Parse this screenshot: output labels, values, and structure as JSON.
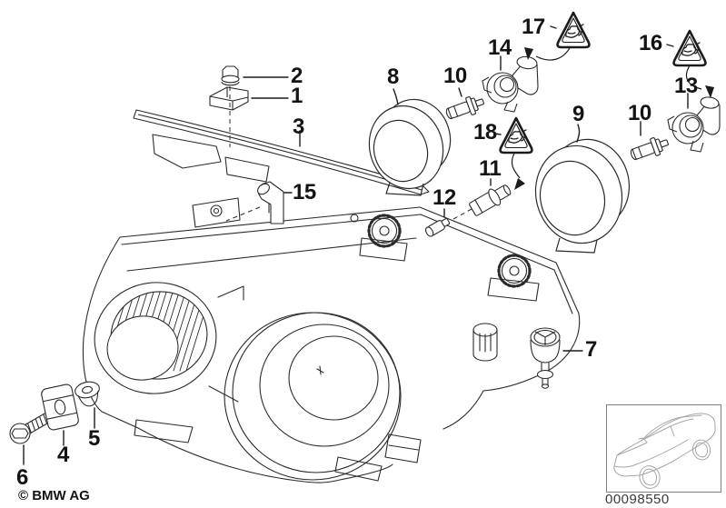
{
  "callouts": {
    "c1": "1",
    "c2": "2",
    "c3": "3",
    "c4": "4",
    "c5": "5",
    "c6": "6",
    "c7": "7",
    "c8": "8",
    "c9": "9",
    "c10a": "10",
    "c10b": "10",
    "c11": "11",
    "c12": "12",
    "c13": "13",
    "c14": "14",
    "c15": "15",
    "c16": "16",
    "c17": "17",
    "c18": "18"
  },
  "branding": {
    "copyright": "© BMW AG"
  },
  "footer": {
    "diagram_number": "00098550"
  },
  "icons": {
    "warning_triangle": "hand-on-bulb-warning-triangle-icon",
    "thumbnail": "car-silhouette-icon"
  },
  "colors": {
    "background": "#ffffff",
    "line": "#2b2b2b",
    "thumbnail_line": "#a6a6a6"
  }
}
